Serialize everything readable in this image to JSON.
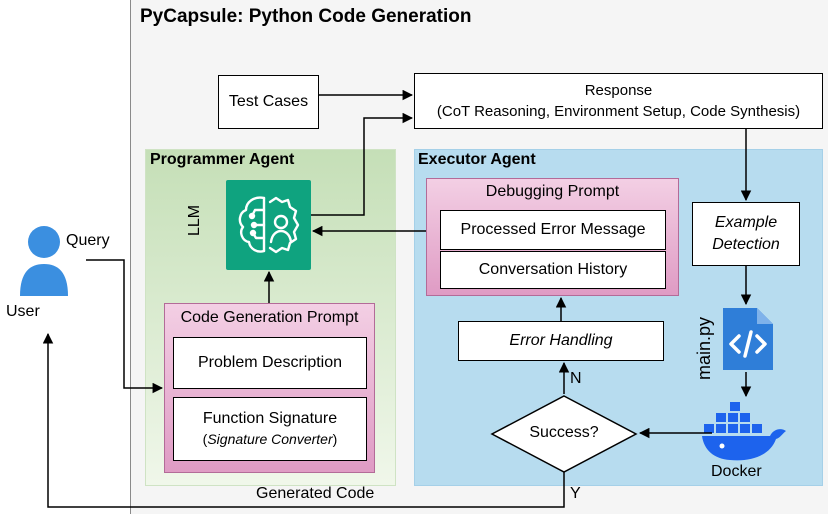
{
  "title": "PyCapsule: Python Code Generation",
  "user": {
    "label": "User",
    "query_label": "Query"
  },
  "test_cases": "Test Cases",
  "response": {
    "line1": "Response",
    "line2": "(CoT Reasoning, Environment Setup, Code Synthesis)"
  },
  "programmer_agent": {
    "title": "Programmer Agent",
    "llm_label": "LLM",
    "code_gen_prompt": {
      "title": "Code Generation Prompt",
      "problem_description": "Problem Description",
      "function_signature": "Function Signature",
      "signature_converter_open": "(",
      "signature_converter": "Signature Converter",
      "signature_converter_close": ")"
    }
  },
  "executor_agent": {
    "title": "Executor Agent",
    "debugging_prompt": {
      "title": "Debugging Prompt",
      "processed_error": "Processed Error Message",
      "conversation_history": "Conversation History"
    },
    "example_detection_line1": "Example",
    "example_detection_line2": "Detection",
    "main_py": "main.py",
    "error_handling": "Error Handling",
    "success": "Success?",
    "no_label": "N",
    "yes_label": "Y",
    "docker_label": "Docker"
  },
  "generated_code": "Generated Code",
  "colors": {
    "llm": "#0fa37f",
    "file_icon": "#2f7ed8",
    "docker": "#1d63ed",
    "user_icon": "#3b8fe0"
  }
}
